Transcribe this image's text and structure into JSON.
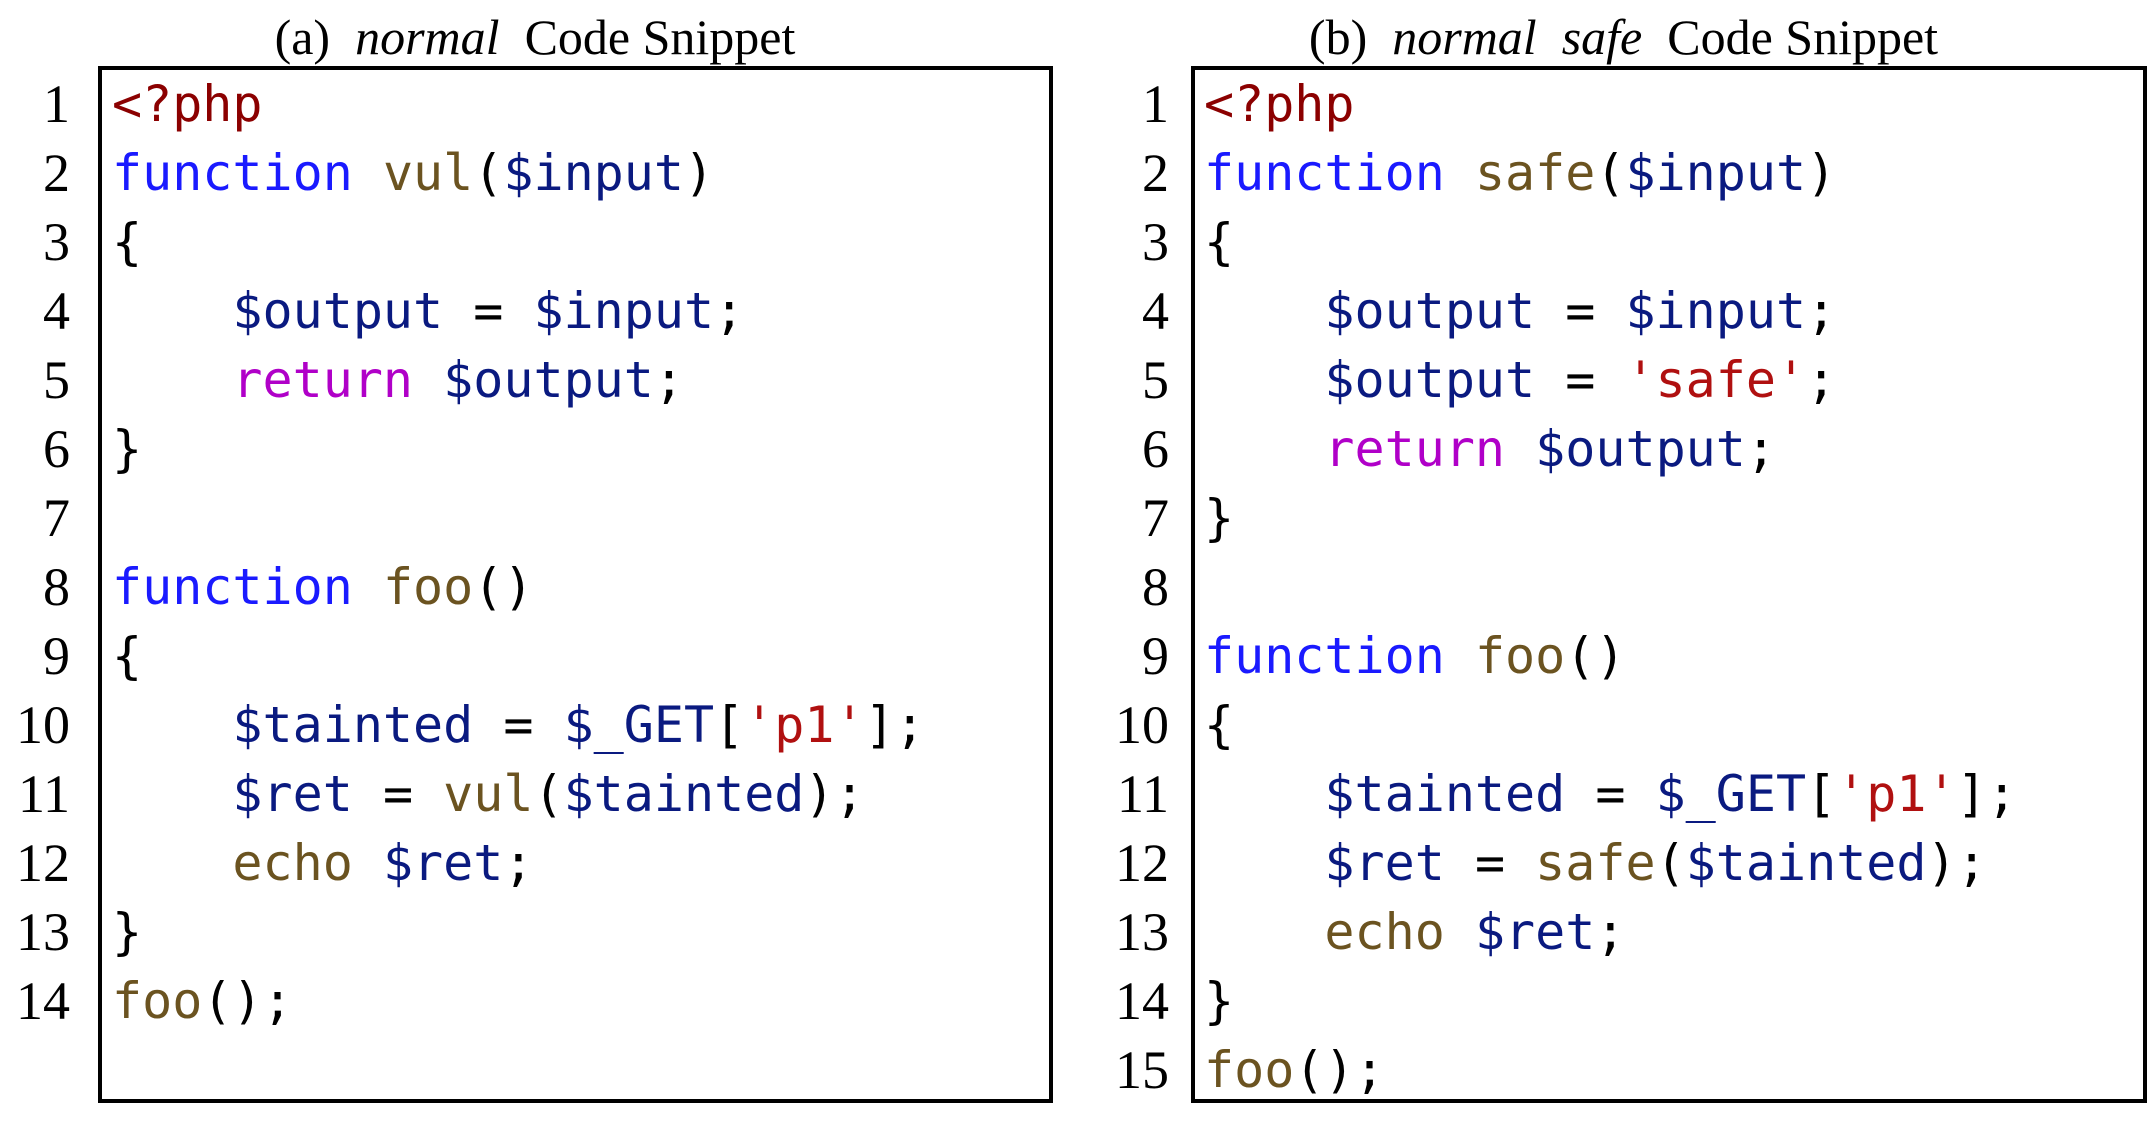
{
  "panels": [
    {
      "caption_prefix": "(a)",
      "caption_italic": "normal",
      "caption_suffix": "Code Snippet",
      "lines": [
        {
          "n": "1",
          "tokens": [
            {
              "t": "<?php",
              "c": "php"
            }
          ]
        },
        {
          "n": "2",
          "tokens": [
            {
              "t": "function",
              "c": "kw"
            },
            {
              "t": " ",
              "c": "plain"
            },
            {
              "t": "vul",
              "c": "fn"
            },
            {
              "t": "(",
              "c": "plain"
            },
            {
              "t": "$input",
              "c": "var"
            },
            {
              "t": ")",
              "c": "plain"
            }
          ]
        },
        {
          "n": "3",
          "tokens": [
            {
              "t": "{",
              "c": "plain"
            }
          ]
        },
        {
          "n": "4",
          "tokens": [
            {
              "t": "    ",
              "c": "plain"
            },
            {
              "t": "$output",
              "c": "var"
            },
            {
              "t": " = ",
              "c": "plain"
            },
            {
              "t": "$input",
              "c": "var"
            },
            {
              "t": ";",
              "c": "plain"
            }
          ]
        },
        {
          "n": "5",
          "tokens": [
            {
              "t": "    ",
              "c": "plain"
            },
            {
              "t": "return",
              "c": "ret"
            },
            {
              "t": " ",
              "c": "plain"
            },
            {
              "t": "$output",
              "c": "var"
            },
            {
              "t": ";",
              "c": "plain"
            }
          ]
        },
        {
          "n": "6",
          "tokens": [
            {
              "t": "}",
              "c": "plain"
            }
          ]
        },
        {
          "n": "7",
          "tokens": []
        },
        {
          "n": "8",
          "tokens": [
            {
              "t": "function",
              "c": "kw"
            },
            {
              "t": " ",
              "c": "plain"
            },
            {
              "t": "foo",
              "c": "fn"
            },
            {
              "t": "()",
              "c": "plain"
            }
          ]
        },
        {
          "n": "9",
          "tokens": [
            {
              "t": "{",
              "c": "plain"
            }
          ]
        },
        {
          "n": "10",
          "tokens": [
            {
              "t": "    ",
              "c": "plain"
            },
            {
              "t": "$tainted",
              "c": "var"
            },
            {
              "t": " = ",
              "c": "plain"
            },
            {
              "t": "$_GET",
              "c": "var"
            },
            {
              "t": "[",
              "c": "plain"
            },
            {
              "t": "'p1'",
              "c": "str"
            },
            {
              "t": "];",
              "c": "plain"
            }
          ]
        },
        {
          "n": "11",
          "tokens": [
            {
              "t": "    ",
              "c": "plain"
            },
            {
              "t": "$ret",
              "c": "var"
            },
            {
              "t": " = ",
              "c": "plain"
            },
            {
              "t": "vul",
              "c": "fn"
            },
            {
              "t": "(",
              "c": "plain"
            },
            {
              "t": "$tainted",
              "c": "var"
            },
            {
              "t": ");",
              "c": "plain"
            }
          ]
        },
        {
          "n": "12",
          "tokens": [
            {
              "t": "    ",
              "c": "plain"
            },
            {
              "t": "echo",
              "c": "fn"
            },
            {
              "t": " ",
              "c": "plain"
            },
            {
              "t": "$ret",
              "c": "var"
            },
            {
              "t": ";",
              "c": "plain"
            }
          ]
        },
        {
          "n": "13",
          "tokens": [
            {
              "t": "}",
              "c": "plain"
            }
          ]
        },
        {
          "n": "14",
          "tokens": [
            {
              "t": "foo",
              "c": "fn"
            },
            {
              "t": "();",
              "c": "plain"
            }
          ]
        }
      ]
    },
    {
      "caption_prefix": "(b)",
      "caption_italic": "normal  safe",
      "caption_suffix": "Code Snippet",
      "lines": [
        {
          "n": "1",
          "tokens": [
            {
              "t": "<?php",
              "c": "php"
            }
          ]
        },
        {
          "n": "2",
          "tokens": [
            {
              "t": "function",
              "c": "kw"
            },
            {
              "t": " ",
              "c": "plain"
            },
            {
              "t": "safe",
              "c": "fn"
            },
            {
              "t": "(",
              "c": "plain"
            },
            {
              "t": "$input",
              "c": "var"
            },
            {
              "t": ")",
              "c": "plain"
            }
          ]
        },
        {
          "n": "3",
          "tokens": [
            {
              "t": "{",
              "c": "plain"
            }
          ]
        },
        {
          "n": "4",
          "tokens": [
            {
              "t": "    ",
              "c": "plain"
            },
            {
              "t": "$output",
              "c": "var"
            },
            {
              "t": " = ",
              "c": "plain"
            },
            {
              "t": "$input",
              "c": "var"
            },
            {
              "t": ";",
              "c": "plain"
            }
          ]
        },
        {
          "n": "5",
          "tokens": [
            {
              "t": "    ",
              "c": "plain"
            },
            {
              "t": "$output",
              "c": "var"
            },
            {
              "t": " = ",
              "c": "plain"
            },
            {
              "t": "'safe'",
              "c": "str"
            },
            {
              "t": ";",
              "c": "plain"
            }
          ]
        },
        {
          "n": "6",
          "tokens": [
            {
              "t": "    ",
              "c": "plain"
            },
            {
              "t": "return",
              "c": "ret"
            },
            {
              "t": " ",
              "c": "plain"
            },
            {
              "t": "$output",
              "c": "var"
            },
            {
              "t": ";",
              "c": "plain"
            }
          ]
        },
        {
          "n": "7",
          "tokens": [
            {
              "t": "}",
              "c": "plain"
            }
          ]
        },
        {
          "n": "8",
          "tokens": []
        },
        {
          "n": "9",
          "tokens": [
            {
              "t": "function",
              "c": "kw"
            },
            {
              "t": " ",
              "c": "plain"
            },
            {
              "t": "foo",
              "c": "fn"
            },
            {
              "t": "()",
              "c": "plain"
            }
          ]
        },
        {
          "n": "10",
          "tokens": [
            {
              "t": "{",
              "c": "plain"
            }
          ]
        },
        {
          "n": "11",
          "tokens": [
            {
              "t": "    ",
              "c": "plain"
            },
            {
              "t": "$tainted",
              "c": "var"
            },
            {
              "t": " = ",
              "c": "plain"
            },
            {
              "t": "$_GET",
              "c": "var"
            },
            {
              "t": "[",
              "c": "plain"
            },
            {
              "t": "'p1'",
              "c": "str"
            },
            {
              "t": "];",
              "c": "plain"
            }
          ]
        },
        {
          "n": "12",
          "tokens": [
            {
              "t": "    ",
              "c": "plain"
            },
            {
              "t": "$ret",
              "c": "var"
            },
            {
              "t": " = ",
              "c": "plain"
            },
            {
              "t": "safe",
              "c": "fn"
            },
            {
              "t": "(",
              "c": "plain"
            },
            {
              "t": "$tainted",
              "c": "var"
            },
            {
              "t": ");",
              "c": "plain"
            }
          ]
        },
        {
          "n": "13",
          "tokens": [
            {
              "t": "    ",
              "c": "plain"
            },
            {
              "t": "echo",
              "c": "fn"
            },
            {
              "t": " ",
              "c": "plain"
            },
            {
              "t": "$ret",
              "c": "var"
            },
            {
              "t": ";",
              "c": "plain"
            }
          ]
        },
        {
          "n": "14",
          "tokens": [
            {
              "t": "}",
              "c": "plain"
            }
          ]
        },
        {
          "n": "15",
          "tokens": [
            {
              "t": "foo",
              "c": "fn"
            },
            {
              "t": "();",
              "c": "plain"
            }
          ]
        }
      ]
    }
  ],
  "colors": {
    "php_tag": "#8b0000",
    "keyword": "#1a1aff",
    "function_name": "#6b5320",
    "variable": "#0a1a80",
    "return_keyword": "#b000c8",
    "string": "#b01010"
  }
}
